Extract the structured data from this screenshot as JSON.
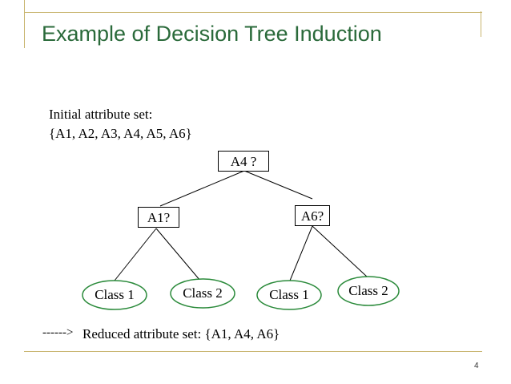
{
  "slide": {
    "title": "Example of Decision Tree Induction",
    "page_number": "4"
  },
  "initial": {
    "label": "Initial attribute set:",
    "set": "{A1, A2, A3, A4, A5, A6}"
  },
  "tree": {
    "root": "A4 ?",
    "left": "A1?",
    "right": "A6?",
    "leaves": [
      "Class 1",
      "Class 2",
      "Class 1",
      "Class 2"
    ]
  },
  "reduced": {
    "arrow": "------>",
    "text": "Reduced attribute set:  {A1, A4, A6}"
  },
  "colors": {
    "title": "#2a6a3a",
    "rule": "#c8b46e",
    "leaf_outline": "#2a8a3a"
  }
}
